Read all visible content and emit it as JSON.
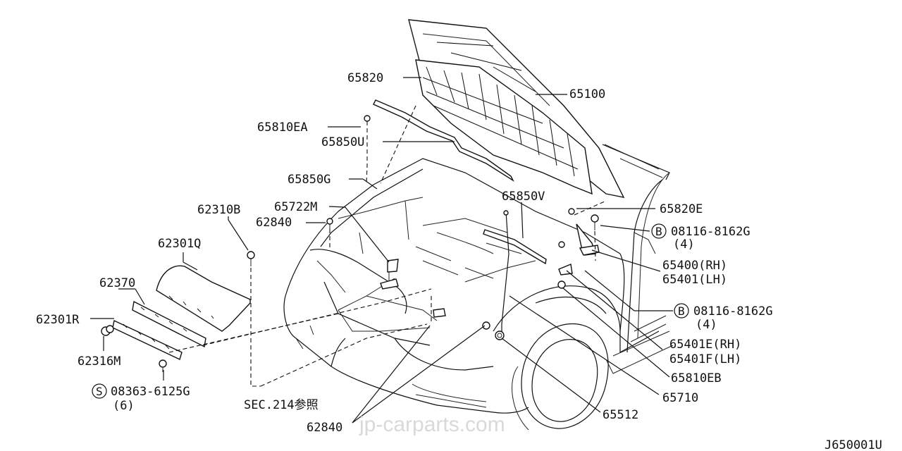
{
  "labels": {
    "p65820": "65820",
    "p65100": "65100",
    "p65810EA": "65810EA",
    "p65850U": "65850U",
    "p65850G": "65850G",
    "p65850V": "65850V",
    "p65820E": "65820E",
    "p62310B": "62310B",
    "p65722M": "65722M",
    "p62840a": "62840",
    "p62301Q": "62301Q",
    "p62370": "62370",
    "p62301R": "62301R",
    "p62316M": "62316M",
    "p08363": "08363-6125G",
    "p08363qty": "(6)",
    "p08116a": "08116-8162G",
    "p08116a_qty": "(4)",
    "p65400": "65400(RH)",
    "p65401": "65401(LH)",
    "p08116b": "08116-8162G",
    "p08116b_qty": "(4)",
    "p65401E": "65401E(RH)",
    "p65401F": "65401F(LH)",
    "p65810EB": "65810EB",
    "p65710": "65710",
    "p65512": "65512",
    "p62840b": "62840",
    "sec214": "SEC.214参照",
    "symbolB1": "B",
    "symbolB2": "B",
    "symbolS": "S"
  },
  "watermark": "jp-carparts.com",
  "diagram_id": "J650001U"
}
